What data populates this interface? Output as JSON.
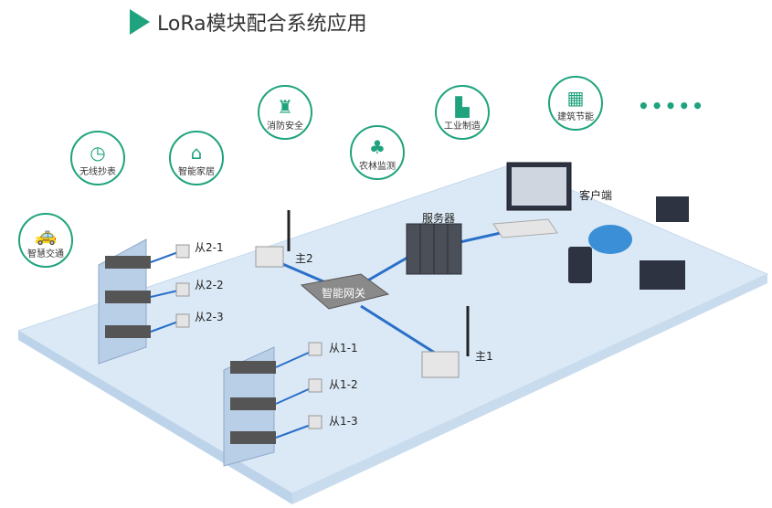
{
  "title": "LoRa模块配合系统应用",
  "apps": [
    {
      "label": "智慧交通",
      "icon": "car-icon"
    },
    {
      "label": "无线抄表",
      "icon": "clock-icon"
    },
    {
      "label": "智能家居",
      "icon": "home-icon"
    },
    {
      "label": "消防安全",
      "icon": "fire-extinguisher-icon"
    },
    {
      "label": "农林监测",
      "icon": "tree-icon"
    },
    {
      "label": "工业制造",
      "icon": "factory-icon"
    },
    {
      "label": "建筑节能",
      "icon": "building-icon"
    }
  ],
  "more": "•••••",
  "nodes": {
    "server": "服务器",
    "client": "客户端",
    "gateway": "智能网关",
    "master1": "主1",
    "master2": "主2",
    "slaves2": [
      "从2-1",
      "从2-2",
      "从2-3"
    ],
    "slaves1": [
      "从1-1",
      "从1-2",
      "从1-3"
    ]
  },
  "colors": {
    "accent": "#1fa37e",
    "link": "#2a6fc9",
    "floor": "#d9e8f6"
  }
}
